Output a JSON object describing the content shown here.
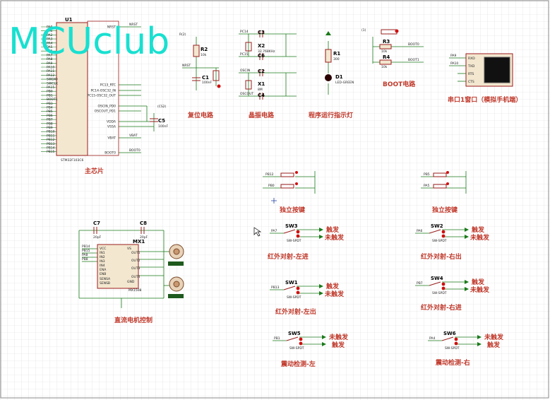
{
  "watermark": "MCUclub",
  "labels": {
    "main_chip": "主芯片",
    "reset": "复位电路",
    "crystal": "晶振电路",
    "led": "程序运行指示灯",
    "boot": "BOOT电路",
    "uart": "串口1窗口（模拟手机端）",
    "key_left": "独立按键",
    "key_right": "独立按键",
    "motor": "直流电机控制",
    "ir_left_in": "红外对射-左进",
    "ir_right_out": "红外对射-右出",
    "ir_left_out": "红外对射-左出",
    "ir_right_in": "红外对射-右进",
    "vib_left": "震动检测-左",
    "vib_right": "震动检测-右"
  },
  "trigger": {
    "on": "触发",
    "off": "未触发"
  },
  "mcu": {
    "ref": "U1",
    "part": "STM32F103C6",
    "left_pins": [
      "PA0",
      "PA1",
      "PA2",
      "PA3",
      "PA4",
      "PA5",
      "PA6",
      "PA7",
      "PA8",
      "PA9",
      "PA10",
      "PA11",
      "PA12",
      "SWDIO",
      "SWCLK",
      "PA15",
      "PB0",
      "PB1",
      "BOOT1",
      "PB3",
      "PB4",
      "PB5",
      "PB6",
      "PB7",
      "PB8",
      "PB9",
      "PB10",
      "PB11",
      "PB12",
      "PB13",
      "PB14",
      "PB15"
    ],
    "right_pins": [
      "NRST",
      "PC13_RTC",
      "PC14-OSC32_IN",
      "PC15-OSC32_OUT",
      "OSCIN_PD0",
      "OSCOUT_PD1",
      "VDDA",
      "VSSA",
      "VBAT",
      "BOOT0"
    ]
  },
  "parts": {
    "r2": "R2",
    "r2_val": "10k",
    "c1": "C1",
    "c1_val": "100nF",
    "c3": "C3",
    "c6": "C6",
    "x2": "X2",
    "x2_val": "32.768KHz",
    "c2": "C2",
    "c4": "C4",
    "x1": "X1",
    "x1_val": "8M",
    "r1": "R1",
    "r1_val": "300",
    "d1": "D1",
    "d1_val": "LED-GREEN",
    "r3": "R3",
    "r4": "R4",
    "r_val": "10k",
    "c5": "C5",
    "c5_val": "100nF",
    "c7": "C7",
    "c8": "C8",
    "c_val": "20pF",
    "mx1": "MX1",
    "mx1_part": "MX1508",
    "sw3": "SW3",
    "sw2": "SW2",
    "sw1": "SW1",
    "sw4": "SW4",
    "sw5": "SW5",
    "sw6": "SW6",
    "spdt": "SW-SPDT"
  },
  "nets": {
    "nrst": "NRST",
    "boot0": "BOOT0",
    "boot1": "BOOT1",
    "vbat": "VBAT",
    "pc14": "PC14",
    "pc15": "PC15",
    "oscin": "OSCIN",
    "oscout": "OSCOUT",
    "pa9": "PA9",
    "pa10": "PA10",
    "pb12": "PB12",
    "pb0": "PB0",
    "pb5": "PB5",
    "pa5": "PA5",
    "pa7": "PA7",
    "pa6": "PA6",
    "pb13": "PB13",
    "pb7": "PB7",
    "pb1": "PB1",
    "pa4": "PA4",
    "pb14": "PB14",
    "pb15": "PB15",
    "pa8": "PA8",
    "pb8": "PB8"
  },
  "terminal": {
    "rxd": "RXD",
    "txd": "TXD",
    "rts": "RTS",
    "cts": "CTS"
  },
  "colors": {
    "grid": "#d8d8d8",
    "wire": "#1a7a1a",
    "part": "#9b1c1c",
    "label": "#c0392b",
    "watermark": "#18e0d0",
    "chip_fill": "#f3e7d0"
  }
}
